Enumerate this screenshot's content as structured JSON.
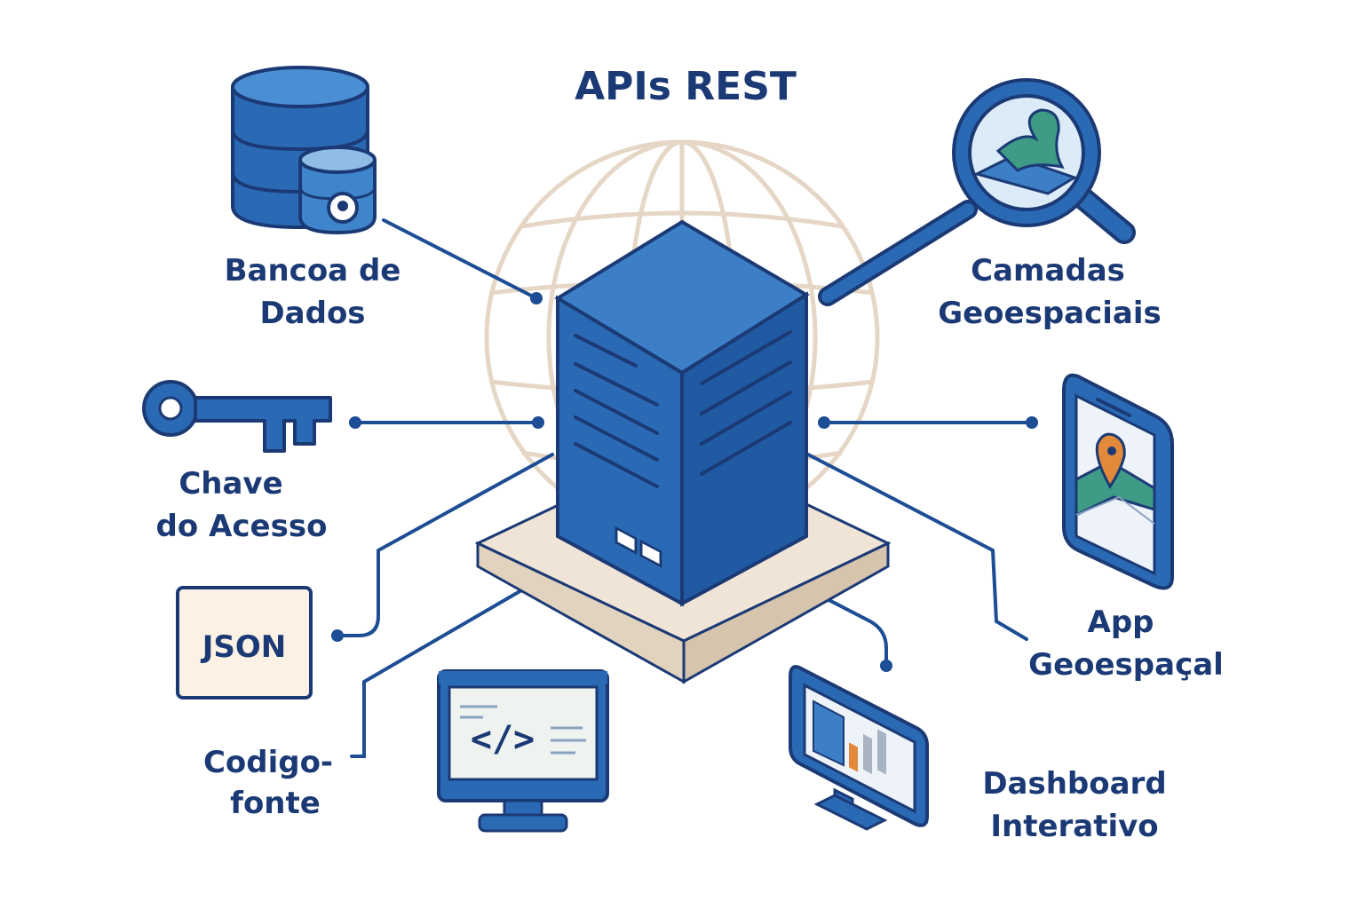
{
  "title": "APIs REST",
  "nodes": {
    "database": {
      "line1": "Bancoa de",
      "line2": "Dados",
      "icon": "database-icon"
    },
    "key": {
      "line1": "Chave",
      "line2": "do Acesso",
      "icon": "key-icon"
    },
    "json": {
      "badge_text": "JSON",
      "icon": "json-document-icon"
    },
    "code": {
      "line1": "Codigo-",
      "line2": "fonte",
      "icon": "code-monitor-icon",
      "screen_code": "</>"
    },
    "layers": {
      "line1": "Camadas",
      "line2": "Geoespaciais",
      "icon": "magnifier-map-icon"
    },
    "app": {
      "line1": "App",
      "line2": "Geoespaçal",
      "icon": "phone-map-icon"
    },
    "dashboard": {
      "line1": "Dashboard",
      "line2": "Interativo",
      "icon": "dashboard-monitor-icon"
    }
  },
  "colors": {
    "primary": "#2a6ab4",
    "dark": "#1b3a75",
    "light_blue": "#8fbde6",
    "beige": "#e9dccb",
    "globe": "#e6d6c6",
    "orange": "#e28a3a",
    "green": "#3f9a86"
  }
}
